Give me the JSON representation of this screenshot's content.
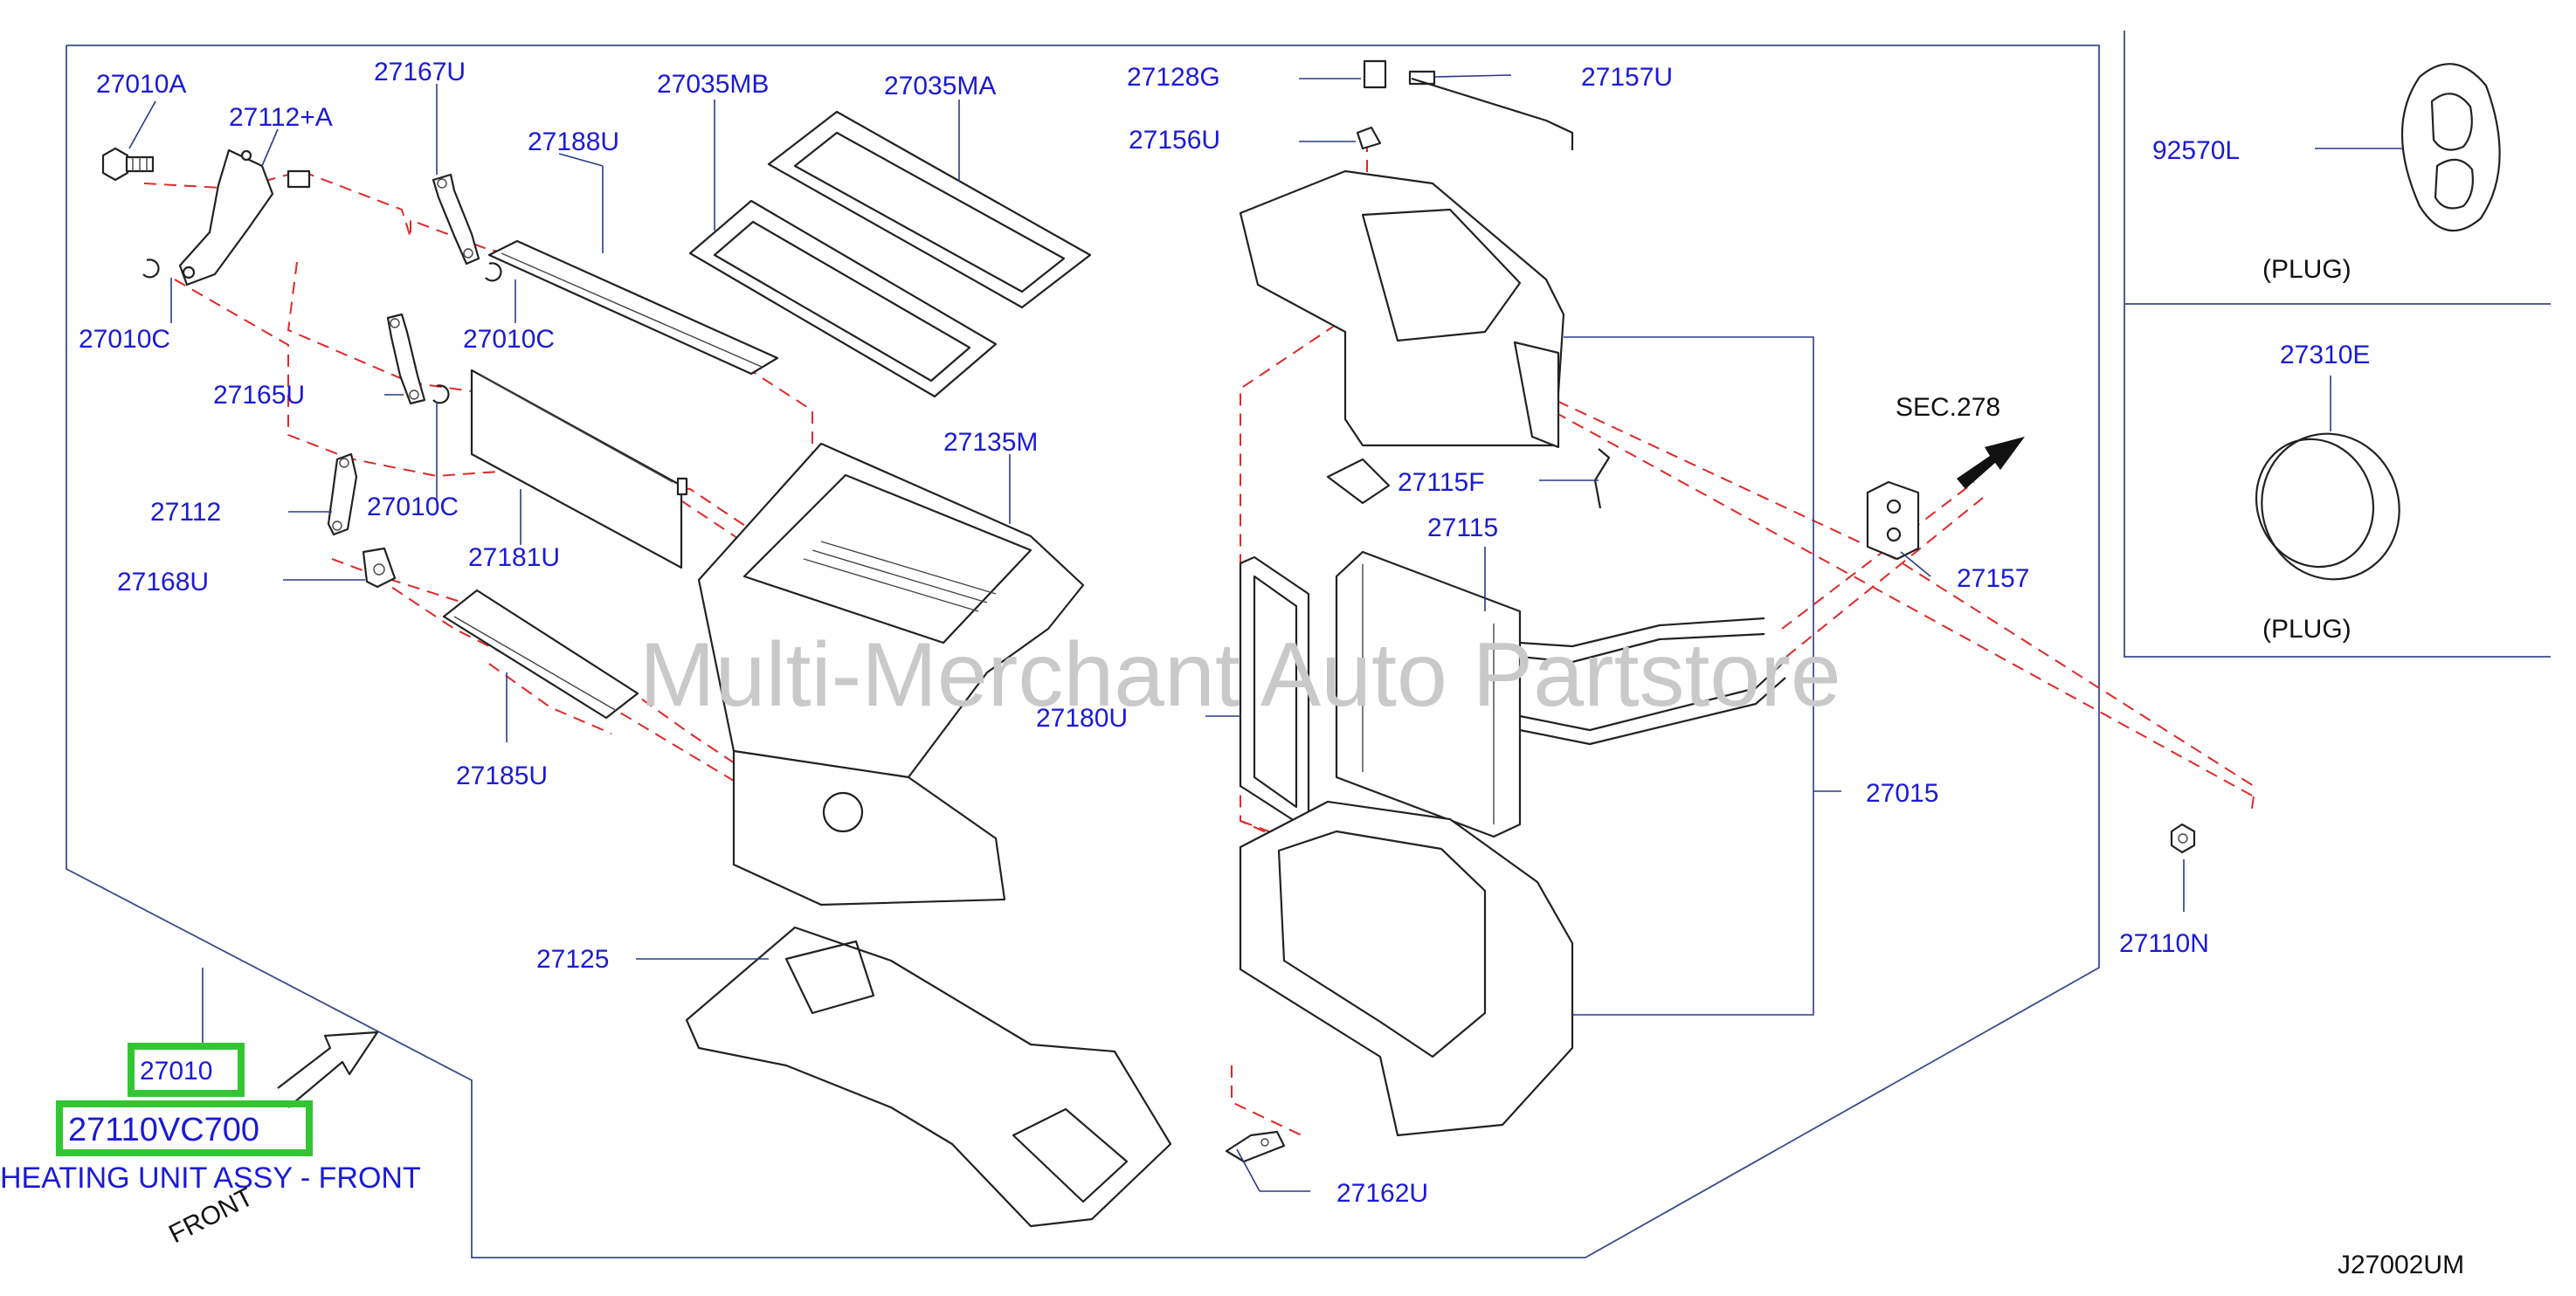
{
  "labels": {
    "p27010A": "27010A",
    "p27112A": "27112+A",
    "p27167U": "27167U",
    "p27188U": "27188U",
    "p27035MB": "27035MB",
    "p27035MA": "27035MA",
    "p27128G": "27128G",
    "p27157U": "27157U",
    "p27156U": "27156U",
    "p92570L": "92570L",
    "plug1": "(PLUG)",
    "p27310E": "27310E",
    "plug2": "(PLUG)",
    "p27010C_a": "27010C",
    "p27010C_b": "27010C",
    "p27010C_c": "27010C",
    "p27165U": "27165U",
    "p27135M": "27135M",
    "sec278": "SEC.278",
    "p27115F": "27115F",
    "p27112": "27112",
    "p27115": "27115",
    "p27157": "27157",
    "p27181U": "27181U",
    "p27168U": "27168U",
    "p27180U": "27180U",
    "p27015": "27015",
    "p27185U": "27185U",
    "p27110N": "27110N",
    "p27125": "27125",
    "p27010": "27010",
    "p27110VC700": "27110VC700",
    "heating_unit": "HEATING UNIT ASSY - FRONT",
    "front": "FRONT",
    "p27162U": "27162U",
    "diagram_code": "J27002UM",
    "watermark": "Multi-Merchant Auto Partstore"
  },
  "colors": {
    "label": "#1a1ad6",
    "highlight": "#33c633",
    "leader": "#2a3a8a",
    "dashed_guide": "#e02828",
    "watermark": "#c9c9c9"
  }
}
